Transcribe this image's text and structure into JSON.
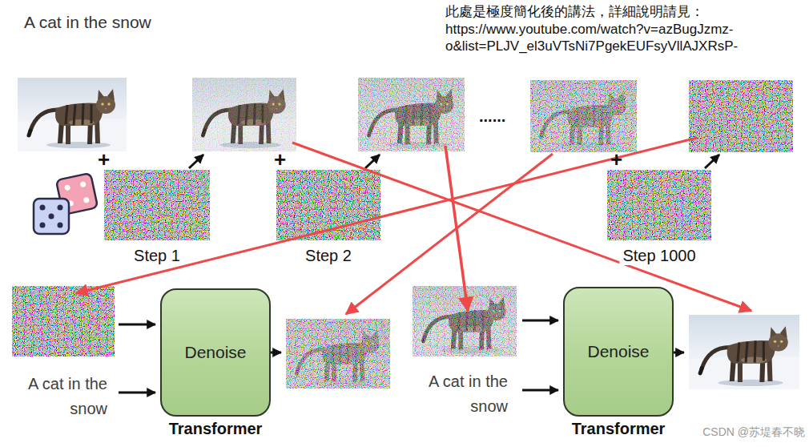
{
  "diagram": {
    "title": "A cat in the snow",
    "nodes": [
      {
        "text": [
          "Denoise",
          "Transformer"
        ]
      },
      {
        "text": [
          "Denoise",
          "Transformer"
        ]
      }
    ],
    "labels": [
      "此處是極度簡化後的講法，詳細說明請見： https://www.youtube.com/watch?v=azBugJzmz- o&list=PLJV_el3uVTsNi7PgekEUFsyVllAJXRsP-",
      "+",
      "Step 1",
      "+",
      "Step 2",
      "......",
      "+",
      "Step 1000",
      "A cat in the snow",
      "A cat in the snow",
      "CSDN @苏堤春不晓"
    ]
  }
}
